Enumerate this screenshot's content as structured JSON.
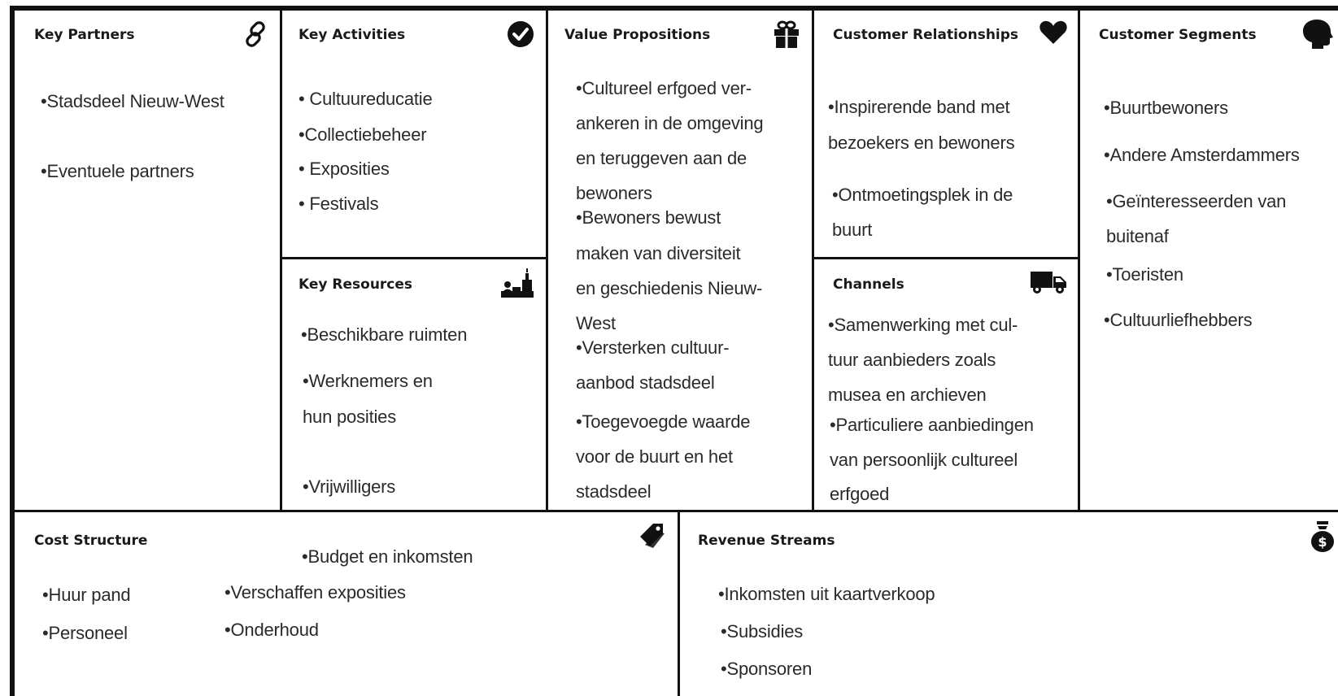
{
  "canvas": {
    "key_partners": {
      "title": "Key Partners",
      "icon": "link-icon",
      "items": [
        "•Stadsdeel Nieuw-West",
        "•Eventuele partners"
      ]
    },
    "key_activities": {
      "title": "Key Activities",
      "icon": "checkmark-circle-icon",
      "items": [
        "• Cultuureducatie",
        "•Collectiebeheer",
        "• Exposities",
        "• Festivals"
      ]
    },
    "key_resources": {
      "title": "Key Resources",
      "icon": "factory-worker-icon",
      "lines": [
        "•Beschikbare ruimten",
        "•Werknemers en",
        "hun posities",
        "•Vrijwilligers"
      ]
    },
    "value_propositions": {
      "title": "Value Propositions",
      "icon": "gift-icon",
      "lines": [
        "•Cultureel erfgoed  ver-",
        "ankeren in de omgeving",
        "en teruggeven aan de",
        "bewoners",
        "•Bewoners bewust",
        "maken van diversiteit",
        "en geschiedenis  Nieuw-",
        "West",
        "•Versterken cultuur-",
        "aanbod stadsdeel",
        "•Toegevoegde  waarde",
        "voor de buurt  en het",
        "stadsdeel"
      ]
    },
    "customer_relationships": {
      "title": "Customer Relationships",
      "icon": "heart-icon",
      "lines": [
        "•Inspirerende band met",
        "bezoekers en bewoners",
        "•Ontmoetingsplek in de",
        "buurt"
      ]
    },
    "channels": {
      "title": "Channels",
      "icon": "delivery-truck-icon",
      "lines": [
        "•Samenwerking met cul-",
        "tuur aanbieders zoals",
        "musea en archieven",
        "•Particuliere aanbiedingen",
        "van persoonlijk  cultureel",
        "erfgoed"
      ]
    },
    "customer_segments": {
      "title": "Customer Segments",
      "icon": "head-profile-icon",
      "lines": [
        "•Buurtbewoners",
        "•Andere Amsterdammers",
        "•Geïnteresseerden van",
        "buitenaf",
        "•Toeristen",
        "•Cultuurliefhebbers"
      ]
    },
    "cost_structure": {
      "title": "Cost Structure",
      "icon": "price-tag-icon",
      "lines": [
        "•Budget en inkomsten",
        "•Huur pand",
        "•Verschaffen  exposities",
        "•Personeel",
        "•Onderhoud"
      ]
    },
    "revenue_streams": {
      "title": "Revenue Streams",
      "icon": "money-bag-icon",
      "lines": [
        "•Inkomsten uit kaartverkoop",
        "•Subsidies",
        "•Sponsoren"
      ]
    }
  }
}
